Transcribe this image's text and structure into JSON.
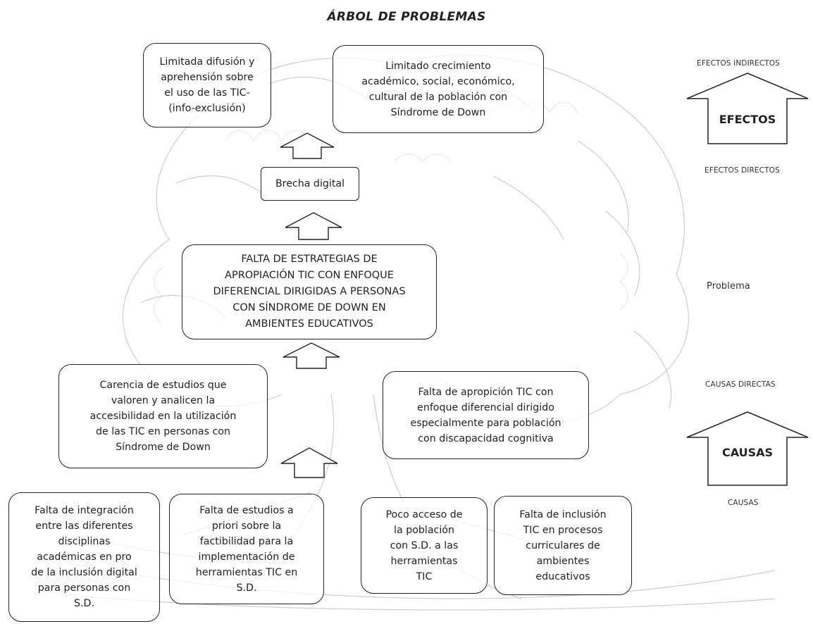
{
  "title": "ÁRBOL DE PROBLEMAS",
  "effects": {
    "indirect_1": "Limitada difusión y\naprehensión sobre\nel uso de las TIC-\n(info-exclusión)",
    "indirect_2": "Limitado crecimiento\nacadémico, social, económico,\ncultural de la población con\nSíndrome de Down",
    "direct": "Brecha digital"
  },
  "problem": "FALTA DE ESTRATEGIAS DE\nAPROPIACIÓN TIC CON ENFOQUE\nDIFERENCIAL DIRIGIDAS A PERSONAS\nCON SÍNDROME DE DOWN EN\nAMBIENTES EDUCATIVOS",
  "direct_causes": {
    "cause_1": "Carencia de estudios que\nvaloren y analicen la\naccesibilidad en la utilización\nde las TIC en personas con\nSíndrome de Down",
    "cause_2": "Falta de apropición TIC con\nenfoque diferencial dirigido\nespecialmente para población\ncon discapacidad cognitiva"
  },
  "root_causes": {
    "cause_1": "Falta de integración\nentre las diferentes\ndisciplinas\nacadémicas en pro\nde la inclusión digital\npara personas con\nS.D.",
    "cause_2": "Falta de estudios a\npriori sobre la\nfactibilidad para la\nimplementación de\nherramientas TIC en\nS.D.",
    "cause_3": "Poco acceso de\nla población\ncon S.D. a las\nherramientas\nTIC",
    "cause_4": "Falta de inclusión\nTIC en procesos\ncurriculares de\nambientes\neducativos"
  },
  "legend": {
    "efectos_indirectos": "EFECTOS INDIRECTOS",
    "efectos_label": "EFECTOS",
    "efectos_directos": "EFECTOS DIRECTOS",
    "problema": "Problema",
    "causas_directas": "CAUSAS DIRECTAS",
    "causas_label": "CAUSAS",
    "causas": "CAUSAS"
  },
  "colors": {
    "stroke": "#222222",
    "sketch": "#b8b8b8"
  }
}
